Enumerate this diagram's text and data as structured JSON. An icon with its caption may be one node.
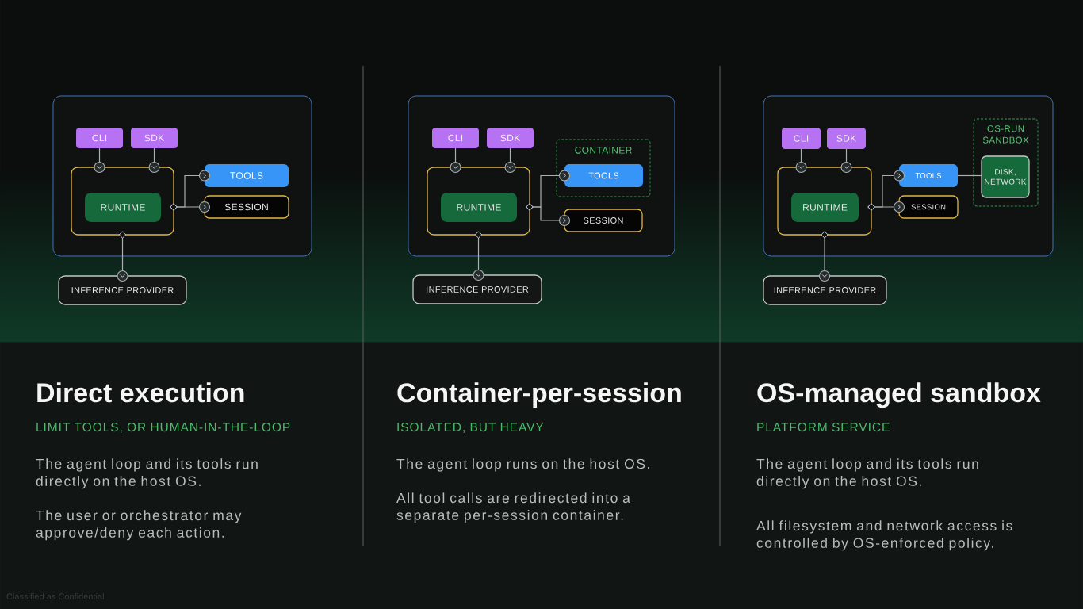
{
  "diagram": {
    "nodes": [
      {
        "text": [],
        "shape": "box"
      },
      {
        "text": [
          "CLI"
        ],
        "in": 0
      },
      {
        "text": [
          "SDK"
        ],
        "in": 0
      },
      {
        "text": [],
        "shape": "box",
        "in": 0
      },
      {
        "text": [
          "RUNTIME"
        ],
        "in": 3
      },
      {
        "text": [
          "TOOLS"
        ],
        "in": 0
      },
      {
        "text": [
          "SESSION"
        ],
        "in": 0
      },
      {
        "text": [
          "INFERENCE PROVIDER"
        ]
      },
      {
        "text": [],
        "shape": "box"
      },
      {
        "text": [
          "CLI"
        ],
        "in": 8
      },
      {
        "text": [
          "SDK"
        ],
        "in": 8
      },
      {
        "text": [],
        "shape": "box",
        "in": 8
      },
      {
        "text": [
          "RUNTIME"
        ],
        "in": 11
      },
      {
        "text": [
          "CONTAINER"
        ],
        "in": 8
      },
      {
        "text": [
          "TOOLS"
        ],
        "in": 13
      },
      {
        "text": [
          "SESSION"
        ],
        "in": 8
      },
      {
        "text": [
          "INFERENCE PROVIDER"
        ]
      },
      {
        "text": [],
        "shape": "box"
      },
      {
        "text": [
          "CLI"
        ],
        "in": 17
      },
      {
        "text": [
          "SDK"
        ],
        "in": 17
      },
      {
        "text": [],
        "shape": "box",
        "in": 17
      },
      {
        "text": [
          "RUNTIME"
        ],
        "in": 20
      },
      {
        "text": [
          "TOOLS"
        ],
        "in": 17
      },
      {
        "text": [
          "SESSION"
        ],
        "in": 17
      },
      {
        "text": [
          "OS-RUN SANDBOX"
        ],
        "in": 17
      },
      {
        "text": [
          "DISK, NETWORK"
        ],
        "in": 24
      },
      {
        "text": [
          "INFERENCE PROVIDER"
        ]
      }
    ],
    "edges": [
      {
        "from": 1,
        "to": 3,
        "arrow": "to"
      },
      {
        "from": 2,
        "to": 3,
        "arrow": "to"
      },
      {
        "from": 3,
        "to": 5,
        "arrow": "to"
      },
      {
        "from": 3,
        "to": 6,
        "arrow": "to"
      },
      {
        "from": 3,
        "to": 7,
        "arrow": "to"
      },
      {
        "from": 9,
        "to": 11,
        "arrow": "to"
      },
      {
        "from": 10,
        "to": 11,
        "arrow": "to"
      },
      {
        "from": 11,
        "to": 14,
        "arrow": "to"
      },
      {
        "from": 11,
        "to": 15,
        "arrow": "to"
      },
      {
        "from": 11,
        "to": 16,
        "arrow": "to"
      },
      {
        "from": 18,
        "to": 20,
        "arrow": "to"
      },
      {
        "from": 19,
        "to": 20,
        "arrow": "to"
      },
      {
        "from": 20,
        "to": 22,
        "arrow": "to"
      },
      {
        "from": 20,
        "to": 23,
        "arrow": "to"
      },
      {
        "from": 20,
        "to": 26,
        "arrow": "to"
      },
      {
        "from": 22,
        "to": 25,
        "arrow": "none"
      }
    ],
    "labels": [
      "Direct execution",
      "LIMIT TOOLS, OR HUMAN-IN-THE-LOOP",
      "The agent loop and its tools run directly on the host OS.",
      "The user or orchestrator may approve/deny each action.",
      "Container-per-session",
      "ISOLATED, BUT HEAVY",
      "The agent loop runs on the host OS.",
      "All tool calls are redirected into a separate per-session container.",
      "OS-managed sandbox",
      "PLATFORM SERVICE",
      "The agent loop and its tools run directly on the host OS.",
      "All filesystem and network access is controlled by OS-enforced policy.",
      "Classified as Confidential"
    ]
  }
}
